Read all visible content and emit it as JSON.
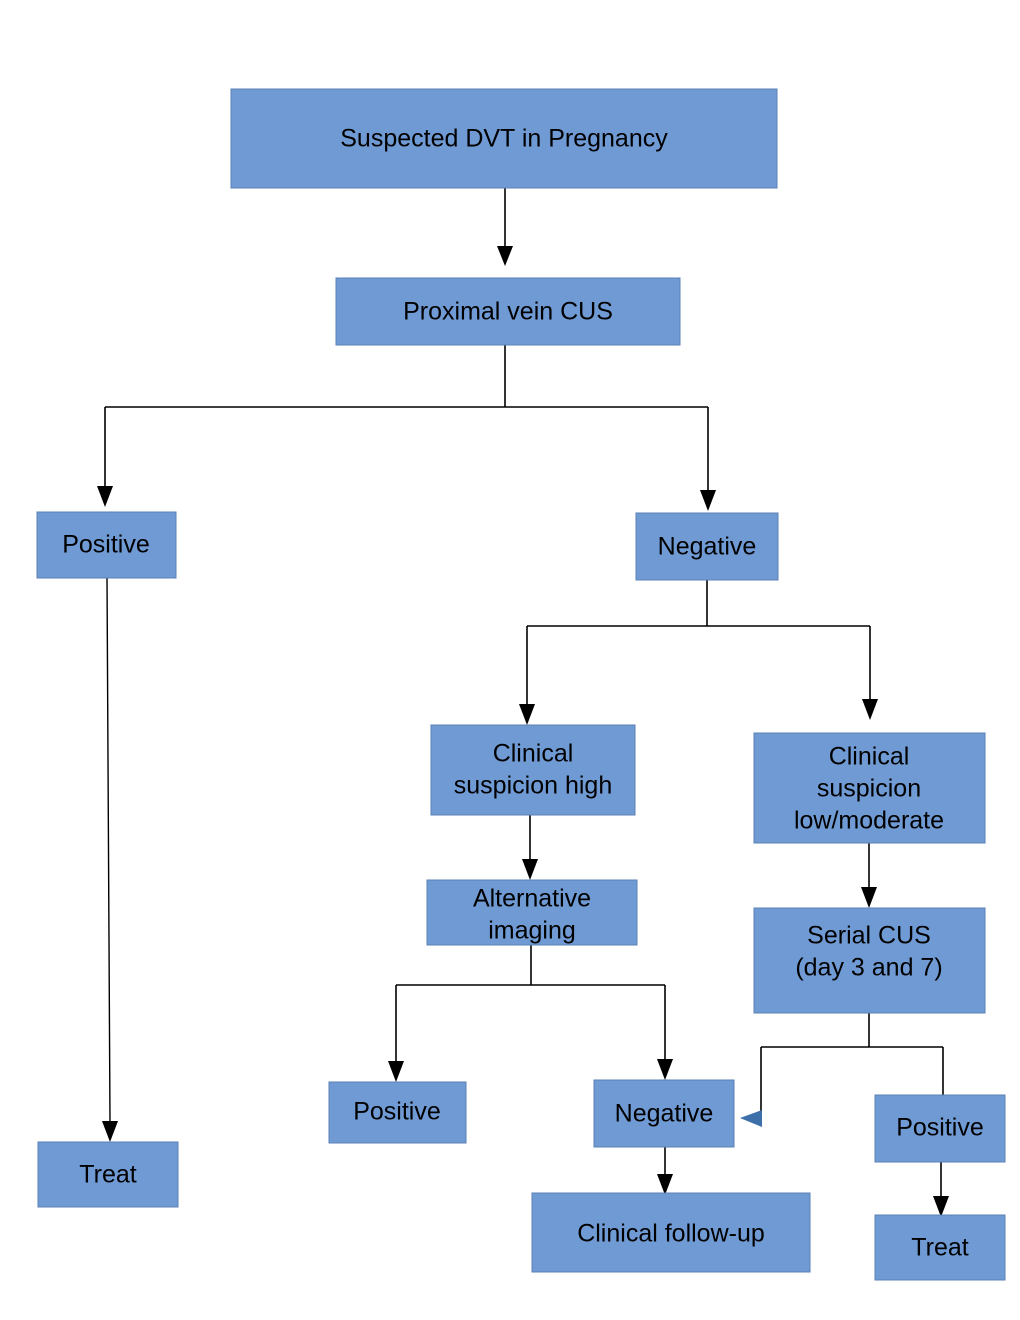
{
  "diagram": {
    "title_semantic": "dvt-in-pregnancy-diagnostic-algorithm",
    "background_color": "#ffffff",
    "node_fill_color": "#6f9ad4",
    "node_border_color": "#5b82b5",
    "edge_color": "#000000",
    "special_arrow_color": "#3d6fa8",
    "nodes": [
      {
        "id": "suspected",
        "label": "Suspected DVT in Pregnancy",
        "lines": [
          "Suspected DVT in Pregnancy"
        ]
      },
      {
        "id": "proximal_cus",
        "label": "Proximal vein CUS",
        "lines": [
          "Proximal vein CUS"
        ]
      },
      {
        "id": "positive_top",
        "label": "Positive",
        "lines": [
          "Positive"
        ]
      },
      {
        "id": "negative_top",
        "label": "Negative",
        "lines": [
          "Negative"
        ]
      },
      {
        "id": "treat_left",
        "label": "Treat",
        "lines": [
          "Treat"
        ]
      },
      {
        "id": "suspicion_high",
        "label": "Clinical suspicion high",
        "lines": [
          "Clinical",
          "suspicion high"
        ]
      },
      {
        "id": "suspicion_low",
        "label": "Clinical suspicion low/moderate",
        "lines": [
          "Clinical",
          "suspicion",
          "low/moderate"
        ]
      },
      {
        "id": "alt_imaging",
        "label": "Alternative imaging",
        "lines": [
          "Alternative",
          "imaging"
        ]
      },
      {
        "id": "serial_cus",
        "label": "Serial CUS (day 3 and 7)",
        "lines": [
          "Serial CUS",
          "(day 3 and 7)"
        ]
      },
      {
        "id": "positive_alt",
        "label": "Positive",
        "lines": [
          "Positive"
        ]
      },
      {
        "id": "negative_alt",
        "label": "Negative",
        "lines": [
          "Negative"
        ]
      },
      {
        "id": "positive_serial",
        "label": "Positive",
        "lines": [
          "Positive"
        ]
      },
      {
        "id": "clinical_followup",
        "label": "Clinical follow-up",
        "lines": [
          "Clinical follow-up"
        ]
      },
      {
        "id": "treat_right",
        "label": "Treat",
        "lines": [
          "Treat"
        ]
      }
    ],
    "edges": [
      {
        "from": "suspected",
        "to": "proximal_cus",
        "arrow": "black"
      },
      {
        "from": "proximal_cus",
        "to": "positive_top",
        "arrow": "black"
      },
      {
        "from": "proximal_cus",
        "to": "negative_top",
        "arrow": "black"
      },
      {
        "from": "positive_top",
        "to": "treat_left",
        "arrow": "black"
      },
      {
        "from": "negative_top",
        "to": "suspicion_high",
        "arrow": "black"
      },
      {
        "from": "negative_top",
        "to": "suspicion_low",
        "arrow": "black"
      },
      {
        "from": "suspicion_high",
        "to": "alt_imaging",
        "arrow": "black"
      },
      {
        "from": "suspicion_low",
        "to": "serial_cus",
        "arrow": "black"
      },
      {
        "from": "alt_imaging",
        "to": "positive_alt",
        "arrow": "black"
      },
      {
        "from": "alt_imaging",
        "to": "negative_alt",
        "arrow": "black"
      },
      {
        "from": "serial_cus",
        "to": "negative_alt",
        "arrow": "blue"
      },
      {
        "from": "serial_cus",
        "to": "positive_serial",
        "arrow": "black"
      },
      {
        "from": "negative_alt",
        "to": "clinical_followup",
        "arrow": "black"
      },
      {
        "from": "positive_serial",
        "to": "treat_right",
        "arrow": "black"
      }
    ]
  }
}
